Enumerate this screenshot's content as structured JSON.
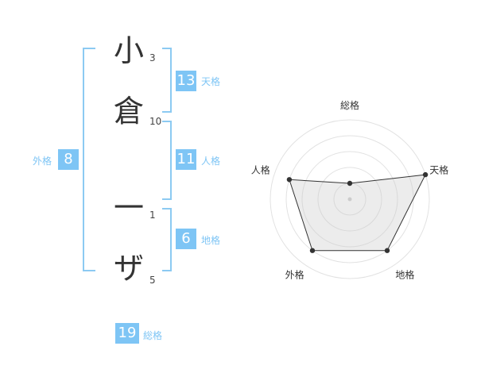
{
  "name": {
    "characters": [
      {
        "char": "小",
        "strokes": "3"
      },
      {
        "char": "倉",
        "strokes": "10"
      },
      {
        "char": "一",
        "strokes": "1"
      },
      {
        "char": "ザ",
        "strokes": "5"
      }
    ]
  },
  "fortunes": {
    "tenkaku": {
      "value": "13",
      "label": "天格"
    },
    "jinkaku": {
      "value": "11",
      "label": "人格"
    },
    "chikaku": {
      "value": "6",
      "label": "地格"
    },
    "gaikaku": {
      "value": "8",
      "label": "外格"
    },
    "soukaku": {
      "value": "19",
      "label": "総格"
    }
  },
  "colors": {
    "accent": "#7ec5f5",
    "bracket": "#8ccaf2",
    "text": "#333333"
  },
  "chart_data": {
    "type": "radar",
    "axes": [
      "総格",
      "天格",
      "地格",
      "外格",
      "人格"
    ],
    "values": [
      1,
      5,
      4,
      4,
      4
    ],
    "max": 5,
    "rings": 5
  }
}
